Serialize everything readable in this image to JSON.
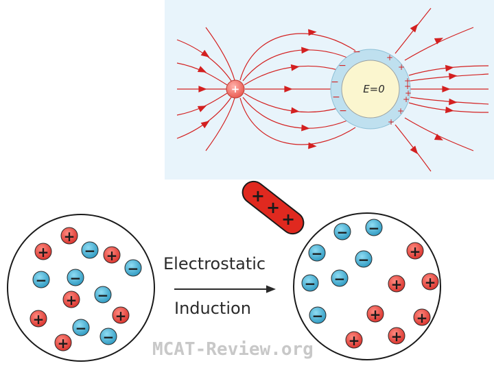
{
  "top_figure": {
    "point_charge_sign": "+",
    "conductor_label": "E=0",
    "inner_signs_left": [
      "−",
      "−",
      "−",
      "−",
      "−"
    ],
    "outer_signs_right": [
      "+",
      "+",
      "+",
      "+",
      "+",
      "+",
      "+",
      "+"
    ]
  },
  "rod": {
    "signs": [
      "+",
      "+",
      "+"
    ]
  },
  "arrow_label": {
    "line1": "Electrostatic",
    "line2": "Induction"
  },
  "watermark": "MCAT-Review.org",
  "symbols": {
    "positive": "+",
    "negative": "−"
  },
  "colors": {
    "positive_charge": "#e8453a",
    "negative_charge": "#3aa8cc",
    "field_line": "#d32020",
    "panel_bg": "#e8f4fb",
    "shell": "#bfe0ef",
    "conductor_core": "#fbf6cf"
  }
}
